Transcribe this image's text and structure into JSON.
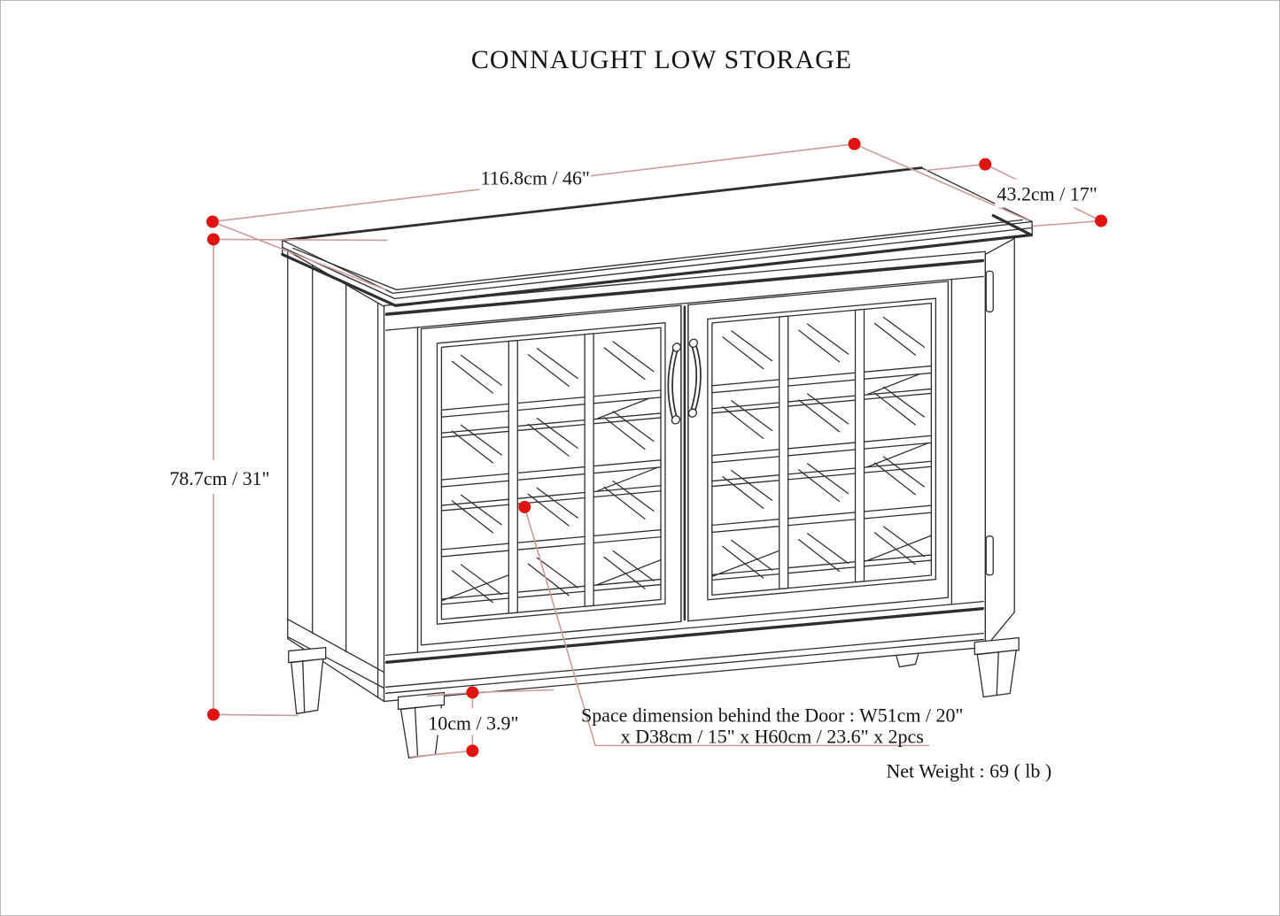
{
  "colors": {
    "line": "#2e2e2e",
    "dim": "#c99c9c",
    "dot": "#e01313",
    "paper": "#ffffff",
    "frame": "#b8b8b8",
    "text": "#141414"
  },
  "title": "CONNAUGHT LOW STORAGE",
  "dims": {
    "width": "116.8cm / 46\"",
    "depth": "43.2cm / 17\"",
    "height": "78.7cm / 31\"",
    "leg": "10cm / 3.9\"",
    "note1": "Space dimension behind the Door : W51cm / 20\"",
    "note2": "x D38cm / 15\" x H60cm / 23.6\" x 2pcs",
    "net_weight": "Net Weight : 69 ( lb )"
  }
}
